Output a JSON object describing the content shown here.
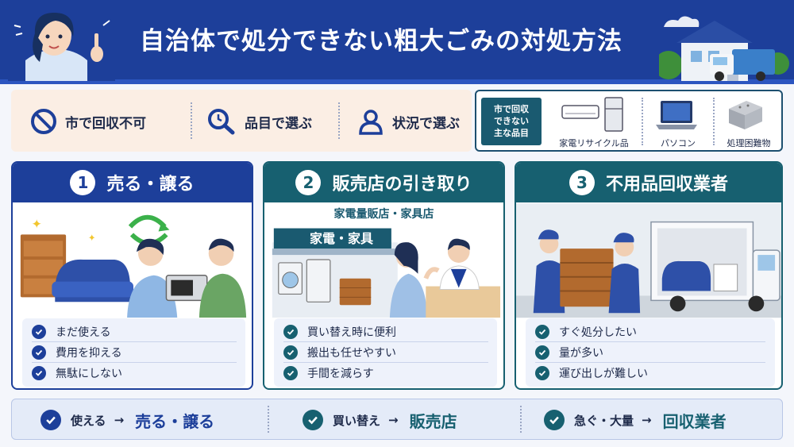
{
  "header": {
    "title": "自治体で処分できない粗大ごみの対処方法"
  },
  "intro": {
    "items": [
      {
        "label": "市で回収不可",
        "icon": "prohibited-icon"
      },
      {
        "label": "品目で選ぶ",
        "icon": "search-icon"
      },
      {
        "label": "状況で選ぶ",
        "icon": "person-icon"
      }
    ]
  },
  "items_box": {
    "label_lines": [
      "市で回収",
      "できない",
      "主な品目"
    ],
    "items": [
      {
        "label": "家電リサイクル品",
        "icon": "appliance-icon"
      },
      {
        "label": "パソコン",
        "icon": "laptop-icon"
      },
      {
        "label": "処理困難物",
        "icon": "concrete-block-icon"
      }
    ]
  },
  "cards": [
    {
      "number": "1",
      "title": "売る・譲る",
      "color": "#1d3f9a",
      "checks": [
        "まだ使える",
        "費用を抑える",
        "無駄にしない"
      ]
    },
    {
      "number": "2",
      "title": "販売店の引き取り",
      "color": "#176070",
      "store_caption": "家電量販店・家具店",
      "store_sign": "家電・家具",
      "checks": [
        "買い替え時に便利",
        "搬出も任せやすい",
        "手間を減らす"
      ]
    },
    {
      "number": "3",
      "title": "不用品回収業者",
      "color": "#176070",
      "checks": [
        "すぐ処分したい",
        "量が多い",
        "運び出しが難しい"
      ]
    }
  ],
  "bottom": [
    {
      "condition": "使える",
      "arrow": "→",
      "target": "売る・譲る",
      "color": "#1d3f9a"
    },
    {
      "condition": "買い替え",
      "arrow": "→",
      "target": "販売店",
      "color": "#176070"
    },
    {
      "condition": "急ぐ・大量",
      "arrow": "→",
      "target": "回収業者",
      "color": "#176070"
    }
  ]
}
